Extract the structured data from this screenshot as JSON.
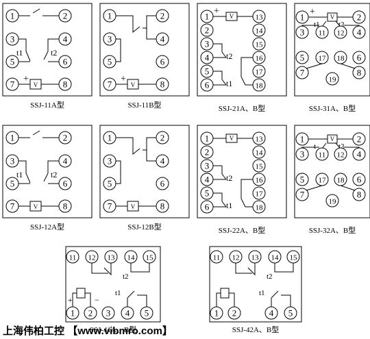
{
  "diagrams": [
    {
      "id": "ssj-11a",
      "caption": "SSJ-11A型",
      "terminals": [
        "1",
        "2",
        "3",
        "4",
        "5",
        "6",
        "7",
        "8"
      ],
      "labels": [
        "t1",
        "t2",
        "+",
        "V"
      ]
    },
    {
      "id": "ssj-11b",
      "caption": "SSJ-11B型",
      "terminals": [
        "1",
        "2",
        "3",
        "4",
        "5",
        "6",
        "7",
        "8"
      ],
      "labels": [
        "+",
        "V"
      ]
    },
    {
      "id": "ssj-21ab",
      "caption": "SSJ-21A、B型",
      "terminals": [
        "1",
        "2",
        "3",
        "4",
        "5",
        "6",
        "13",
        "14",
        "15",
        "16",
        "17",
        "18"
      ],
      "labels": [
        "+",
        "V",
        "t2",
        "t1"
      ]
    },
    {
      "id": "ssj-31ab",
      "caption": "SSJ-31A、B型",
      "terminals": [
        "1",
        "2",
        "3",
        "4",
        "5",
        "6",
        "7",
        "8",
        "11",
        "12",
        "17",
        "18",
        "19"
      ],
      "labels": [
        "+",
        "V",
        "t1",
        "t2"
      ]
    },
    {
      "id": "ssj-12a",
      "caption": "SSJ-12A型",
      "terminals": [
        "1",
        "2",
        "3",
        "4",
        "5",
        "6",
        "7",
        "8"
      ],
      "labels": [
        "t1",
        "t2",
        "V"
      ]
    },
    {
      "id": "ssj-12b",
      "caption": "SSJ-12B型",
      "terminals": [
        "1",
        "2",
        "3",
        "4",
        "5",
        "6",
        "7",
        "8"
      ],
      "labels": [
        "V"
      ]
    },
    {
      "id": "ssj-22ab",
      "caption": "SSJ-22A、B型",
      "terminals": [
        "1",
        "2",
        "3",
        "4",
        "5",
        "6",
        "13",
        "14",
        "15",
        "16",
        "17",
        "18"
      ],
      "labels": [
        "V",
        "t2",
        "t1"
      ]
    },
    {
      "id": "ssj-32ab",
      "caption": "SSJ-32A、B型",
      "terminals": [
        "1",
        "2",
        "3",
        "4",
        "5",
        "6",
        "7",
        "8",
        "11",
        "12",
        "17",
        "18",
        "19"
      ],
      "labels": [
        "V",
        "t",
        "t2"
      ]
    },
    {
      "id": "ssj-41",
      "caption": "SSJ-41A、B型",
      "terminals": [
        "11",
        "12",
        "13",
        "14",
        "15",
        "1",
        "2",
        "3",
        "4",
        "5"
      ],
      "labels": [
        "t2",
        "t1",
        "+",
        "−"
      ]
    },
    {
      "id": "ssj-42ab",
      "caption": "SSJ-42A、B型",
      "terminals": [
        "11",
        "12",
        "13",
        "14",
        "15",
        "1",
        "2",
        "4",
        "5"
      ],
      "labels": [
        "t2",
        "t1"
      ]
    }
  ],
  "footer": {
    "company": "上海伟柏工控",
    "url": "【www.vibmro.com】"
  }
}
